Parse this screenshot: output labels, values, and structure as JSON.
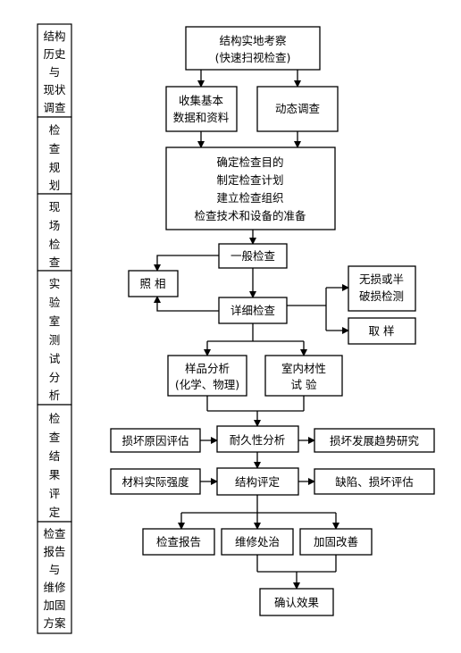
{
  "sidebar": {
    "stages": [
      {
        "lines": [
          "结构",
          "历史",
          "与",
          "现状",
          "调查"
        ]
      },
      {
        "lines": [
          "检",
          "查",
          "规",
          "划"
        ]
      },
      {
        "lines": [
          "现",
          "场",
          "检",
          "查"
        ]
      },
      {
        "lines": [
          "实",
          "验",
          "室",
          "测",
          "试",
          "分",
          "析"
        ]
      },
      {
        "lines": [
          "检",
          "查",
          "结",
          "果",
          "评",
          "定"
        ]
      },
      {
        "lines": [
          "检查",
          "报告",
          "与",
          "维修",
          "加固",
          "方案"
        ]
      }
    ]
  },
  "flow": {
    "survey": [
      "结构实地考察",
      "(快速扫视检查)"
    ],
    "collect": [
      "收集基本",
      "数据和资料"
    ],
    "dynamic": [
      "动态调查"
    ],
    "plan": [
      "确定检查目的",
      "制定检查计划",
      "建立检查组织",
      "检查技术和设备的准备"
    ],
    "general": [
      "一般检查"
    ],
    "photo": [
      "照  相"
    ],
    "detailed": [
      "详细检查"
    ],
    "ndt": [
      "无损或半",
      "破损检测"
    ],
    "sampling": [
      "取  样"
    ],
    "sample_analysis": [
      "样品分析",
      "(化学、物理)"
    ],
    "indoor_test": [
      "室内材性",
      "试    验"
    ],
    "damage_cause": [
      "损坏原因评估"
    ],
    "durability": [
      "耐久性分析"
    ],
    "damage_trend": [
      "损坏发展趋势研究"
    ],
    "material_strength": [
      "材料实际强度"
    ],
    "structural_eval": [
      "结构评定"
    ],
    "defect_eval": [
      "缺陷、损坏评估"
    ],
    "report": [
      "检查报告"
    ],
    "repair": [
      "维修处治"
    ],
    "reinforce": [
      "加固改善"
    ],
    "confirm": [
      "确认效果"
    ]
  }
}
